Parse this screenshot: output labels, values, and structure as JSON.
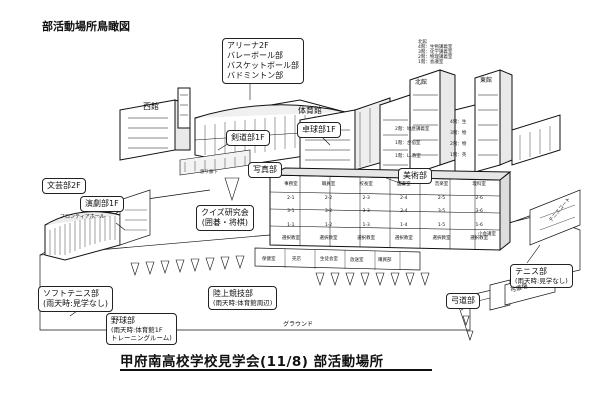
{
  "title": "部活動場所鳥瞰図",
  "footer_title": "甲府南高校学校見学会(11/8)  部活動場所",
  "labels": {
    "arena": [
      "アリーナ2F",
      "バレーボール部",
      "バスケットボール部",
      "バドミントン部"
    ],
    "west_building": "西館",
    "gym": "体育館",
    "kendo": "剣道部1F",
    "table_tennis": "卓球部1F",
    "photo": "写真部",
    "art": "美術部",
    "quiz": [
      "クイズ研究会",
      "(囲碁・将棋)"
    ],
    "literature": "文芸部2F",
    "frontier_hall": "フロンティアホール",
    "drama": "演劇部1F",
    "tennis": [
      "テニス部",
      "(雨天時:見学なし)"
    ],
    "soft_tennis": [
      "ソフトテニス部",
      "(雨天時:見学なし)"
    ],
    "track": [
      "陸上競技部",
      "(雨天時:体育館周辺)"
    ],
    "baseball": [
      "野球部",
      "(雨天時:体育館1F",
      "トレーニングルーム)"
    ],
    "archery": "弓道部",
    "archery_range": "弓道場",
    "ground": "グラウンド",
    "tennis_court": "テニスコート",
    "north_building": "北館",
    "east_building": "東館"
  },
  "north_building_legend": [
    "北館",
    "4階：生物講義室",
    "3階：化学講義室",
    "2階：物理講義室",
    "1階：会議室"
  ],
  "east_building_floors": [
    "4階：生",
    "3階：物",
    "2階：物",
    "1階：英"
  ],
  "main_building_rooms": [
    "事務室",
    "職員室",
    "校長室",
    "図書室",
    "音楽室",
    "理科室",
    "2-1",
    "2-2",
    "2-3",
    "2-4",
    "2-5",
    "2-6",
    "3-1",
    "3-2",
    "3-3",
    "3-4",
    "3-5",
    "3-6",
    "1-1",
    "1-2",
    "1-3",
    "1-4",
    "1-5",
    "1-6",
    "選択教室",
    "選択教室",
    "選択教室",
    "選択教室",
    "選択教室",
    "選択教室"
  ],
  "inner_labels": [
    "2階：地歴講義室",
    "1階：合宿室",
    "1階：LL教室",
    "小会議室",
    "保健室",
    "売店",
    "生徒会室",
    "放送室",
    "購買部",
    "渡り廊下"
  ]
}
